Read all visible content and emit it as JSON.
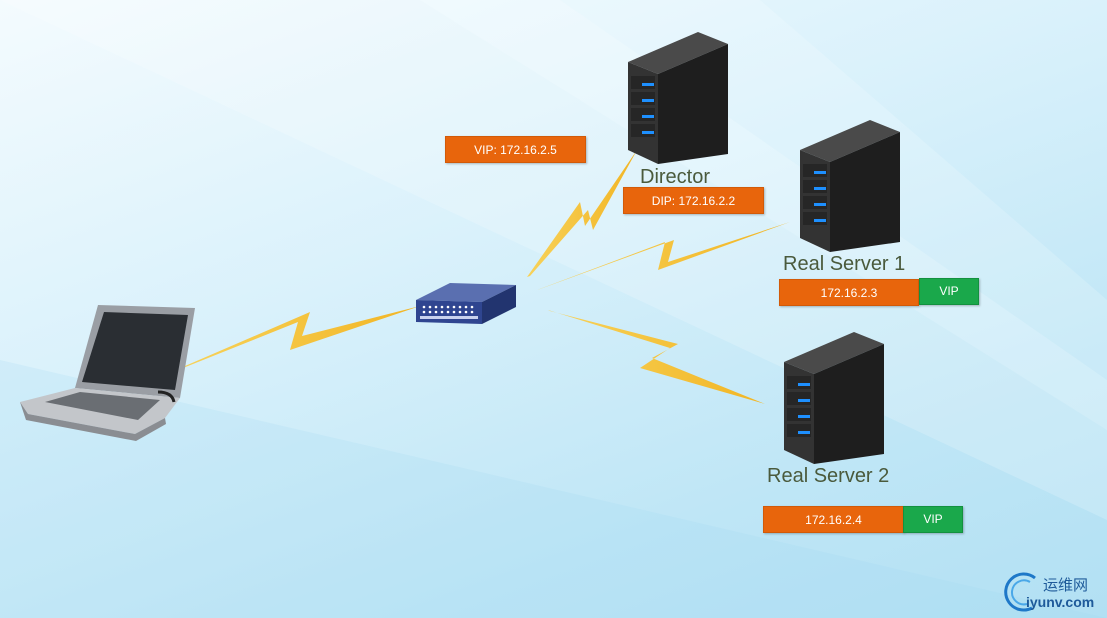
{
  "nodes": {
    "director": {
      "label": "Director",
      "dip": "DIP:  172.16.2.2"
    },
    "real_server_1": {
      "label": "Real Server 1",
      "rip": "172.16.2.3",
      "vip": "VIP"
    },
    "real_server_2": {
      "label": "Real Server 2",
      "rip": "172.16.2.4",
      "vip": "VIP"
    }
  },
  "vip_box": "VIP:  172.16.2.5",
  "watermark": {
    "cn": "运维网",
    "en": "iyunv.com"
  },
  "colors": {
    "ip_box": "#e8650c",
    "vip_box": "#1aa84b",
    "lightning": "#f6c42f",
    "server_body": "#2b2b2b",
    "server_led": "#1e90ff"
  },
  "icons": [
    "laptop-icon",
    "switch-icon",
    "server-icon",
    "lightning-link",
    "watermark-logo-icon"
  ]
}
